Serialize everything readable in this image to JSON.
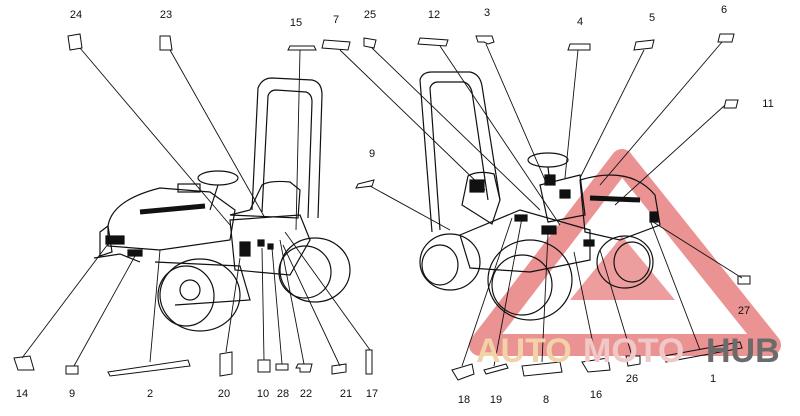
{
  "diagram": {
    "callouts": [
      "24",
      "23",
      "15",
      "7",
      "25",
      "12",
      "3",
      "4",
      "5",
      "6",
      "11",
      "9",
      "14",
      "9",
      "2",
      "20",
      "10",
      "28",
      "22",
      "21",
      "17",
      "18",
      "19",
      "8",
      "16",
      "26",
      "1",
      "27"
    ],
    "watermark": {
      "text_left": "AUTO",
      "text_mid": "MOTO",
      "text_right": "HUB",
      "triangle_color": "#e88080",
      "left_color": "#f2d3a8",
      "mid_color": "#f0c8c8",
      "right_color": "#6b6b6b"
    },
    "line_color": "#111111"
  }
}
